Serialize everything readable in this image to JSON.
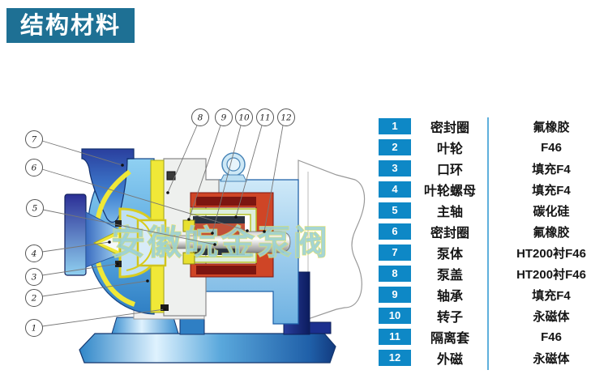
{
  "title": "结构材料",
  "watermark": "安徽皖金泵阀",
  "table": {
    "rows": [
      {
        "no": "1",
        "part": "密封圈",
        "material": "氟橡胶"
      },
      {
        "no": "2",
        "part": "叶轮",
        "material": "F46"
      },
      {
        "no": "3",
        "part": "口环",
        "material": "填充F4"
      },
      {
        "no": "4",
        "part": "叶轮螺母",
        "material": "填充F4"
      },
      {
        "no": "5",
        "part": "主轴",
        "material": "碳化硅"
      },
      {
        "no": "6",
        "part": "密封圈",
        "material": "氟橡胶"
      },
      {
        "no": "7",
        "part": "泵体",
        "material": "HT200衬F46"
      },
      {
        "no": "8",
        "part": "泵盖",
        "material": "HT200衬F46"
      },
      {
        "no": "9",
        "part": "轴承",
        "material": "填充F4"
      },
      {
        "no": "10",
        "part": "转子",
        "material": "永磁体"
      },
      {
        "no": "11",
        "part": "隔离套",
        "material": "F46"
      },
      {
        "no": "12",
        "part": "外磁",
        "material": "永磁体"
      }
    ]
  },
  "diagram": {
    "callouts": [
      "1",
      "2",
      "3",
      "4",
      "5",
      "6",
      "7",
      "8",
      "9",
      "10",
      "11",
      "12"
    ]
  },
  "colors": {
    "title_bg": "#1e7094",
    "badge_bg": "#0e88c6",
    "divider": "#5fb0dc",
    "casing_blue": "#3b8ed2",
    "lining_yellow": "#f0e838",
    "magnet_red": "#cf4526",
    "magnet_dark_red": "#7c1510",
    "base_blue": "#2f86c8"
  }
}
